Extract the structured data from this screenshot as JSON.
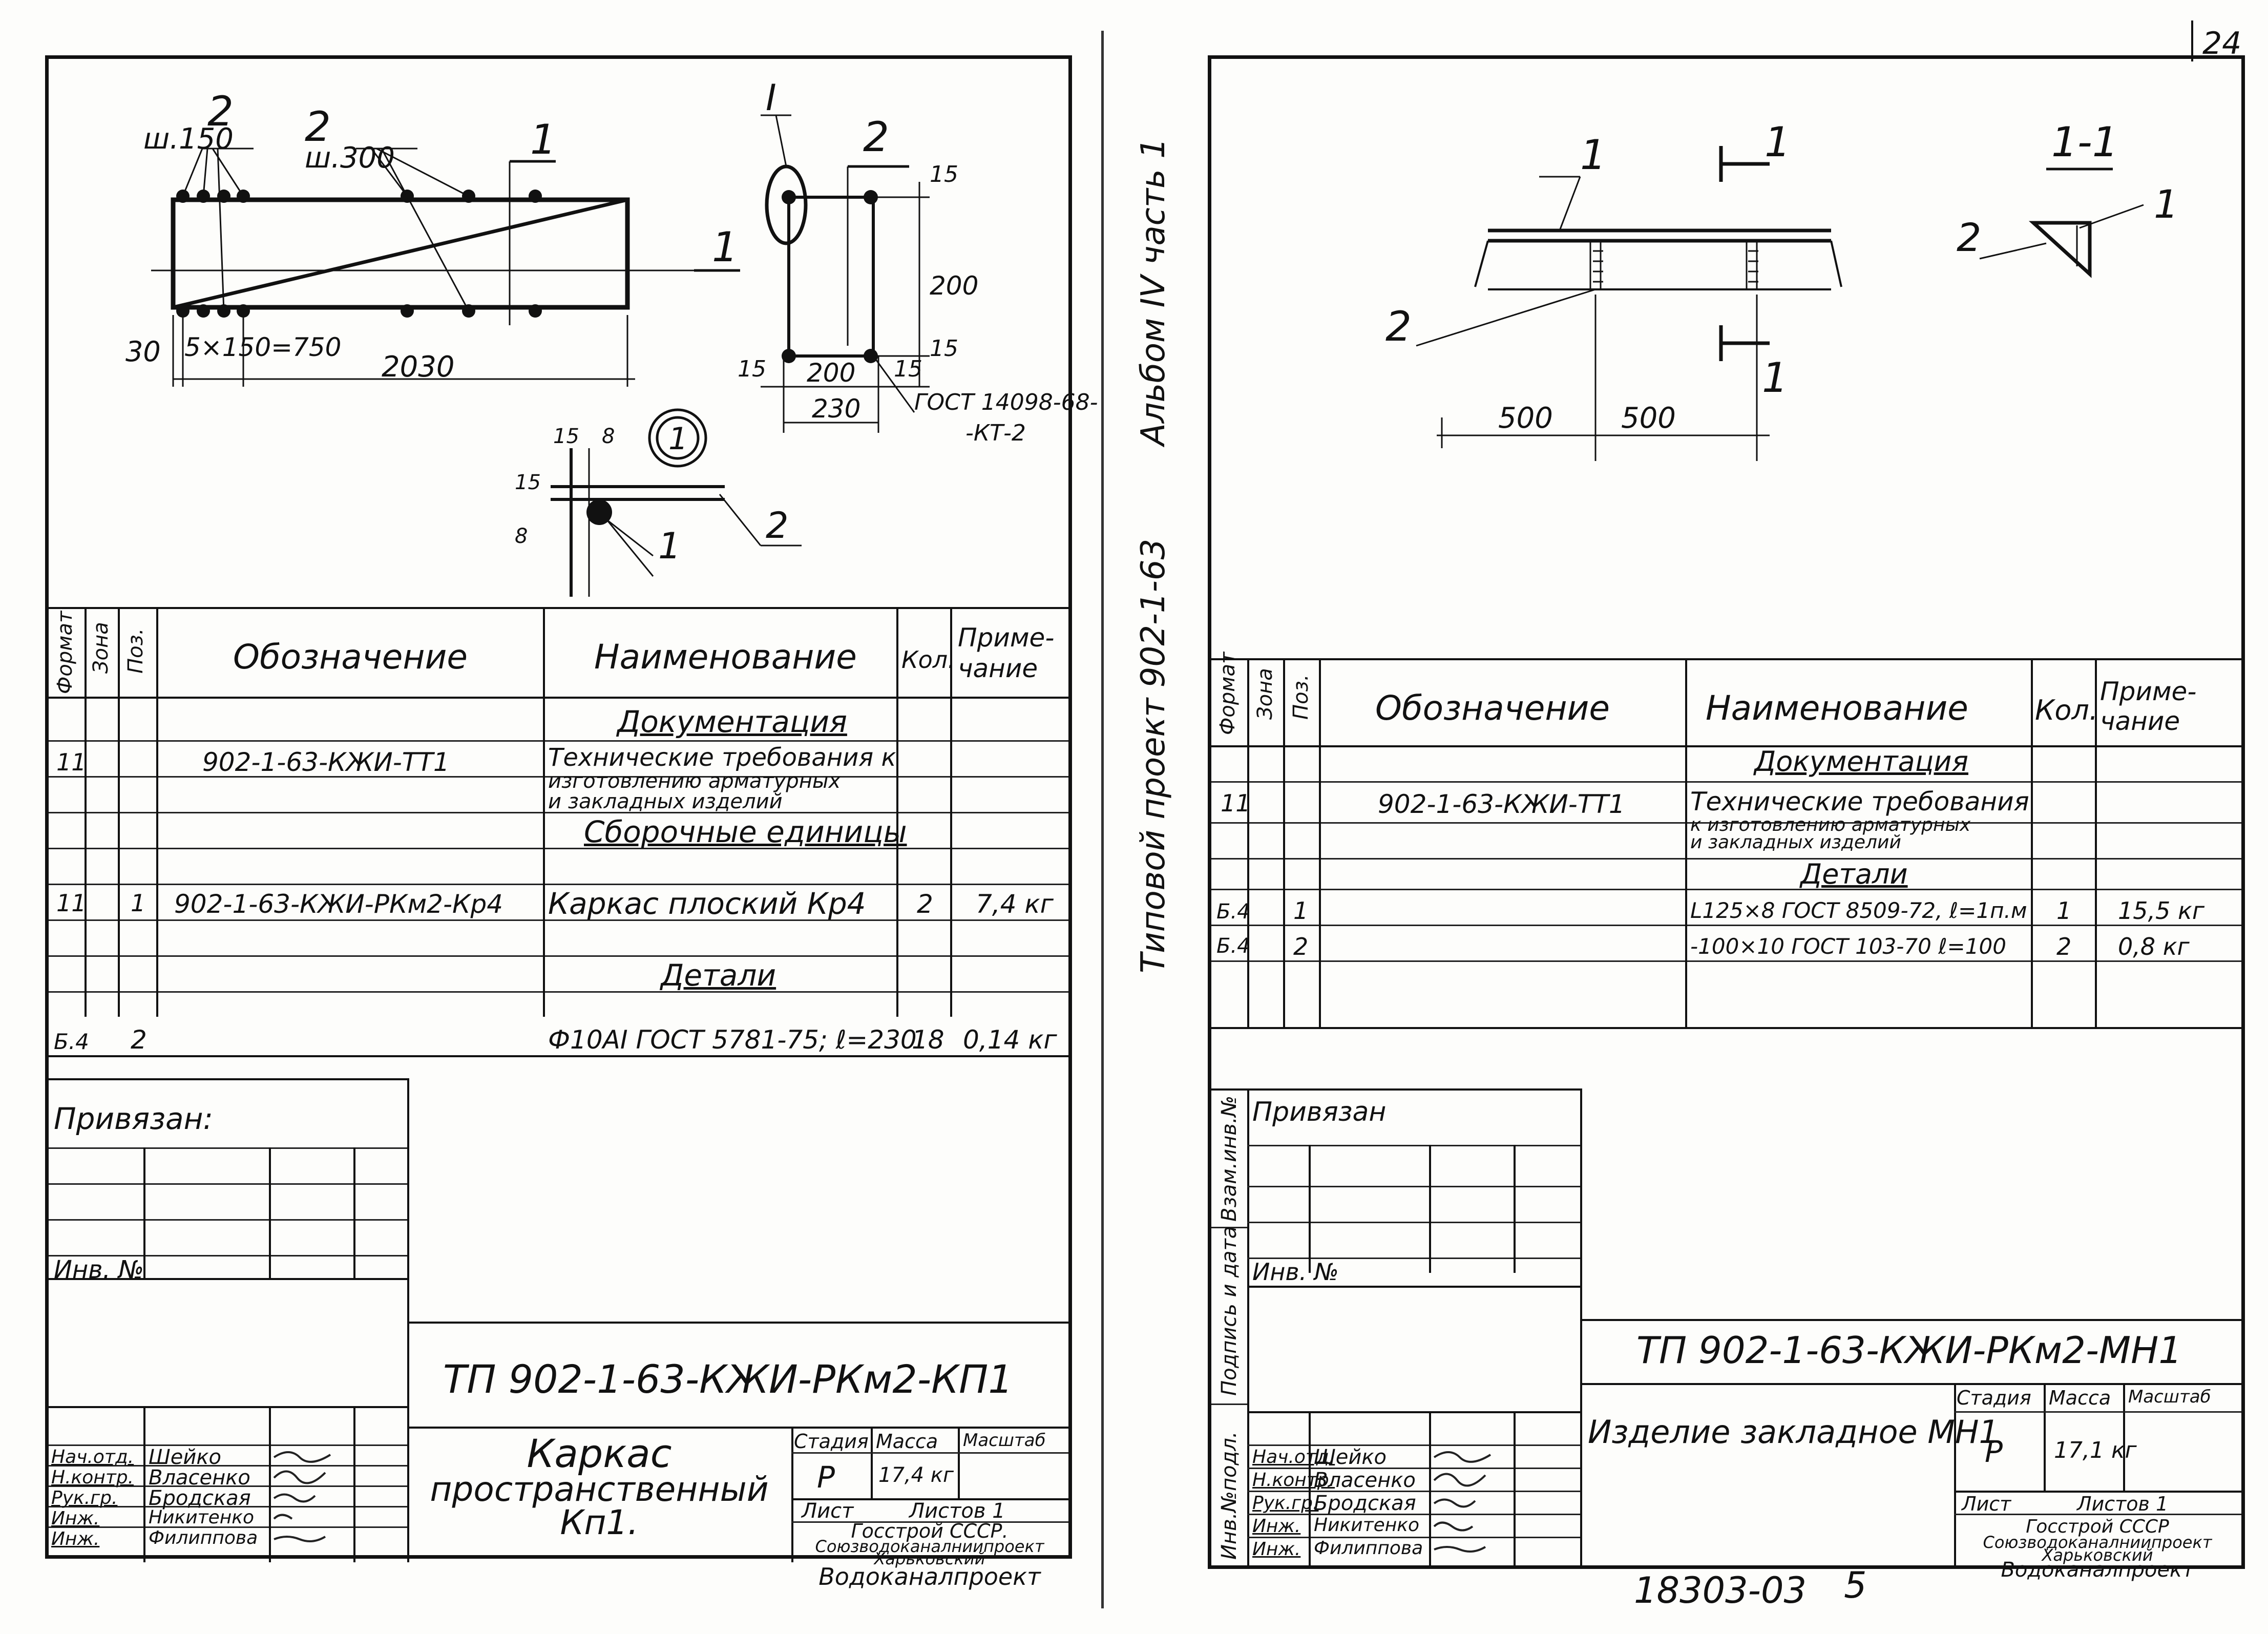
{
  "page_number": "24",
  "album_label": "Альбом IV часть 1",
  "project_label": "Типовой проект 902-1-63",
  "bottom_code": "18303-03",
  "bottom_num": "5",
  "left": {
    "drawing": {
      "pos2_a": "2",
      "step_a": "ш.150",
      "pos2_b": "2",
      "step_b": "ш.300",
      "sec_1_top": "1",
      "sec_1_mid": "1",
      "node_I": "I",
      "section_2": "2",
      "dims": [
        "30",
        "5×150=750",
        "2030",
        "15",
        "200",
        "15",
        "15",
        "200",
        "15",
        "230"
      ],
      "gost_note_1": "ГОСТ 14098-68-",
      "gost_note_2": "-КТ-2",
      "detail_label": "1",
      "detail_dims": [
        "15",
        "8",
        "15",
        "8"
      ],
      "detail_pos1": "1",
      "detail_pos2": "2"
    },
    "spec": {
      "headers": {
        "format": "Формат",
        "zone": "Зона",
        "pos": "Поз.",
        "designation": "Обозначение",
        "name": "Наименование",
        "qty": "Кол.",
        "note_1": "Приме-",
        "note_2": "чание"
      },
      "section_docs": "Документация",
      "row1": {
        "format": "11",
        "designation": "902-1-63-КЖИ-ТТ1",
        "name_1": "Технические требования к",
        "name_2": "изготовлению арматурных",
        "name_3": "и закладных изделий"
      },
      "section_assemblies": "Сборочные единицы",
      "row2": {
        "format": "11",
        "pos": "1",
        "designation": "902-1-63-КЖИ-РКм2-Кр4",
        "name": "Каркас плоский Кр4",
        "qty": "2",
        "note": "7,4 кг"
      },
      "section_parts": "Детали",
      "row3": {
        "format": "Б.4",
        "pos": "2",
        "name": "Ф10АI ГОСТ 5781-75; ℓ=230",
        "qty": "18",
        "note": "0,14 кг"
      }
    },
    "stamp": {
      "bound": "Привязан:",
      "inv_no": "Инв. №",
      "doc_code": "ТП 902-1-63-КЖИ-РКм2-КП1",
      "title_1": "Каркас",
      "title_2": "пространственный",
      "title_3": "Кп1.",
      "stage_h": "Стадия",
      "mass_h": "Масса",
      "scale_h": "Масштаб",
      "stage": "Р",
      "mass": "17,4 кг",
      "sheet": "Лист",
      "sheets": "Листов 1",
      "org_1": "Госстрой СССР.",
      "org_2": "Союзводоканалниипроект",
      "org_3": "Харьковский",
      "org_4": "Водоканалпроект",
      "roles": [
        "Нач.отд.",
        "Н.контр.",
        "Рук.гр.",
        "Инж.",
        "Инж."
      ],
      "names": [
        "Шейко",
        "Власенко",
        "Бродская",
        "Никитенко",
        "Филиппова"
      ]
    }
  },
  "right": {
    "drawing": {
      "pos1": "1",
      "pos2": "2",
      "cut_1a": "1",
      "cut_1b": "1",
      "section": "1-1",
      "sec_pos2": "2",
      "sec_pos1": "1",
      "dims": [
        "500",
        "500"
      ]
    },
    "spec": {
      "headers": {
        "format": "Формат",
        "zone": "Зона",
        "pos": "Поз.",
        "designation": "Обозначение",
        "name": "Наименование",
        "qty": "Кол.",
        "note_1": "Приме-",
        "note_2": "чание"
      },
      "section_docs": "Документация",
      "row1": {
        "format": "11",
        "designation": "902-1-63-КЖИ-ТТ1",
        "name_1": "Технические требования",
        "name_2": "к изготовлению арматурных",
        "name_3": "и закладных изделий"
      },
      "section_parts": "Детали",
      "row2": {
        "format": "Б.4",
        "pos": "1",
        "name": "L125×8 ГОСТ 8509-72, ℓ=1п.м",
        "qty": "1",
        "note": "15,5 кг"
      },
      "row3": {
        "format": "Б.4",
        "pos": "2",
        "name": "-100×10 ГОСТ 103-70 ℓ=100",
        "qty": "2",
        "note": "0,8 кг"
      }
    },
    "side": {
      "a": "Взам.инв.№",
      "b": "Подпись и дата",
      "c": "Инв.№подл."
    },
    "stamp": {
      "bound": "Привязан",
      "inv_no": "Инв. №",
      "doc_code": "ТП 902-1-63-КЖИ-РКм2-МН1",
      "title": "Изделие закладное МН1",
      "stage_h": "Стадия",
      "mass_h": "Масса",
      "scale_h": "Масштаб",
      "stage": "Р",
      "mass": "17,1 кг",
      "sheet": "Лист",
      "sheets": "Листов 1",
      "org_1": "Госстрой СССР",
      "org_2": "Союзводоканалниипроект",
      "org_3": "Харьковский",
      "org_4": "Водоканалпроект",
      "roles": [
        "Нач.отд.",
        "Н.контр.",
        "Рук.гр.",
        "Инж.",
        "Инж."
      ],
      "names": [
        "Шейко",
        "Власенко",
        "Бродская",
        "Никитенко",
        "Филиппова"
      ]
    }
  }
}
